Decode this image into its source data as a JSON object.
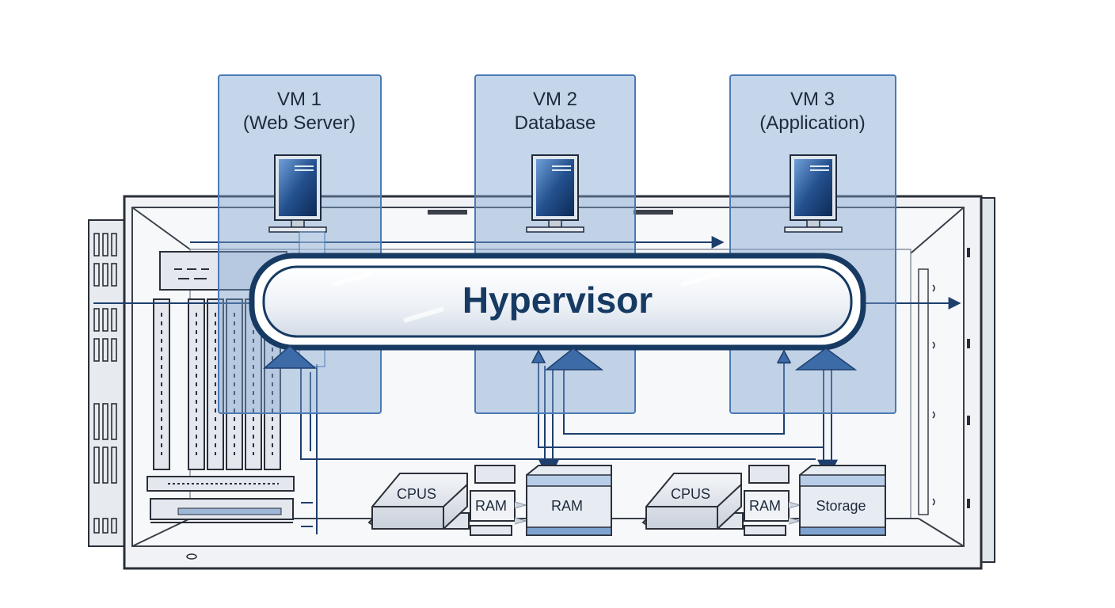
{
  "vms": [
    {
      "name": "VM 1",
      "role": "(Web Server)"
    },
    {
      "name": "VM 2",
      "role": "Database"
    },
    {
      "name": "VM 3",
      "role": "(Application)"
    }
  ],
  "hypervisor": {
    "label": "Hypervisor"
  },
  "hardware": {
    "group1": {
      "cpu": "CPUS",
      "ram_small": "RAM",
      "ram_box": "RAM"
    },
    "group2": {
      "cpu": "CPUS",
      "ram_small": "RAM",
      "storage": "Storage"
    }
  },
  "colors": {
    "vm_fill": "#7ea3d0",
    "vm_border": "#4a7ab5",
    "hypervisor_border": "#173a63",
    "line": "#1e3f6e",
    "chassis": "#eef1f5"
  }
}
